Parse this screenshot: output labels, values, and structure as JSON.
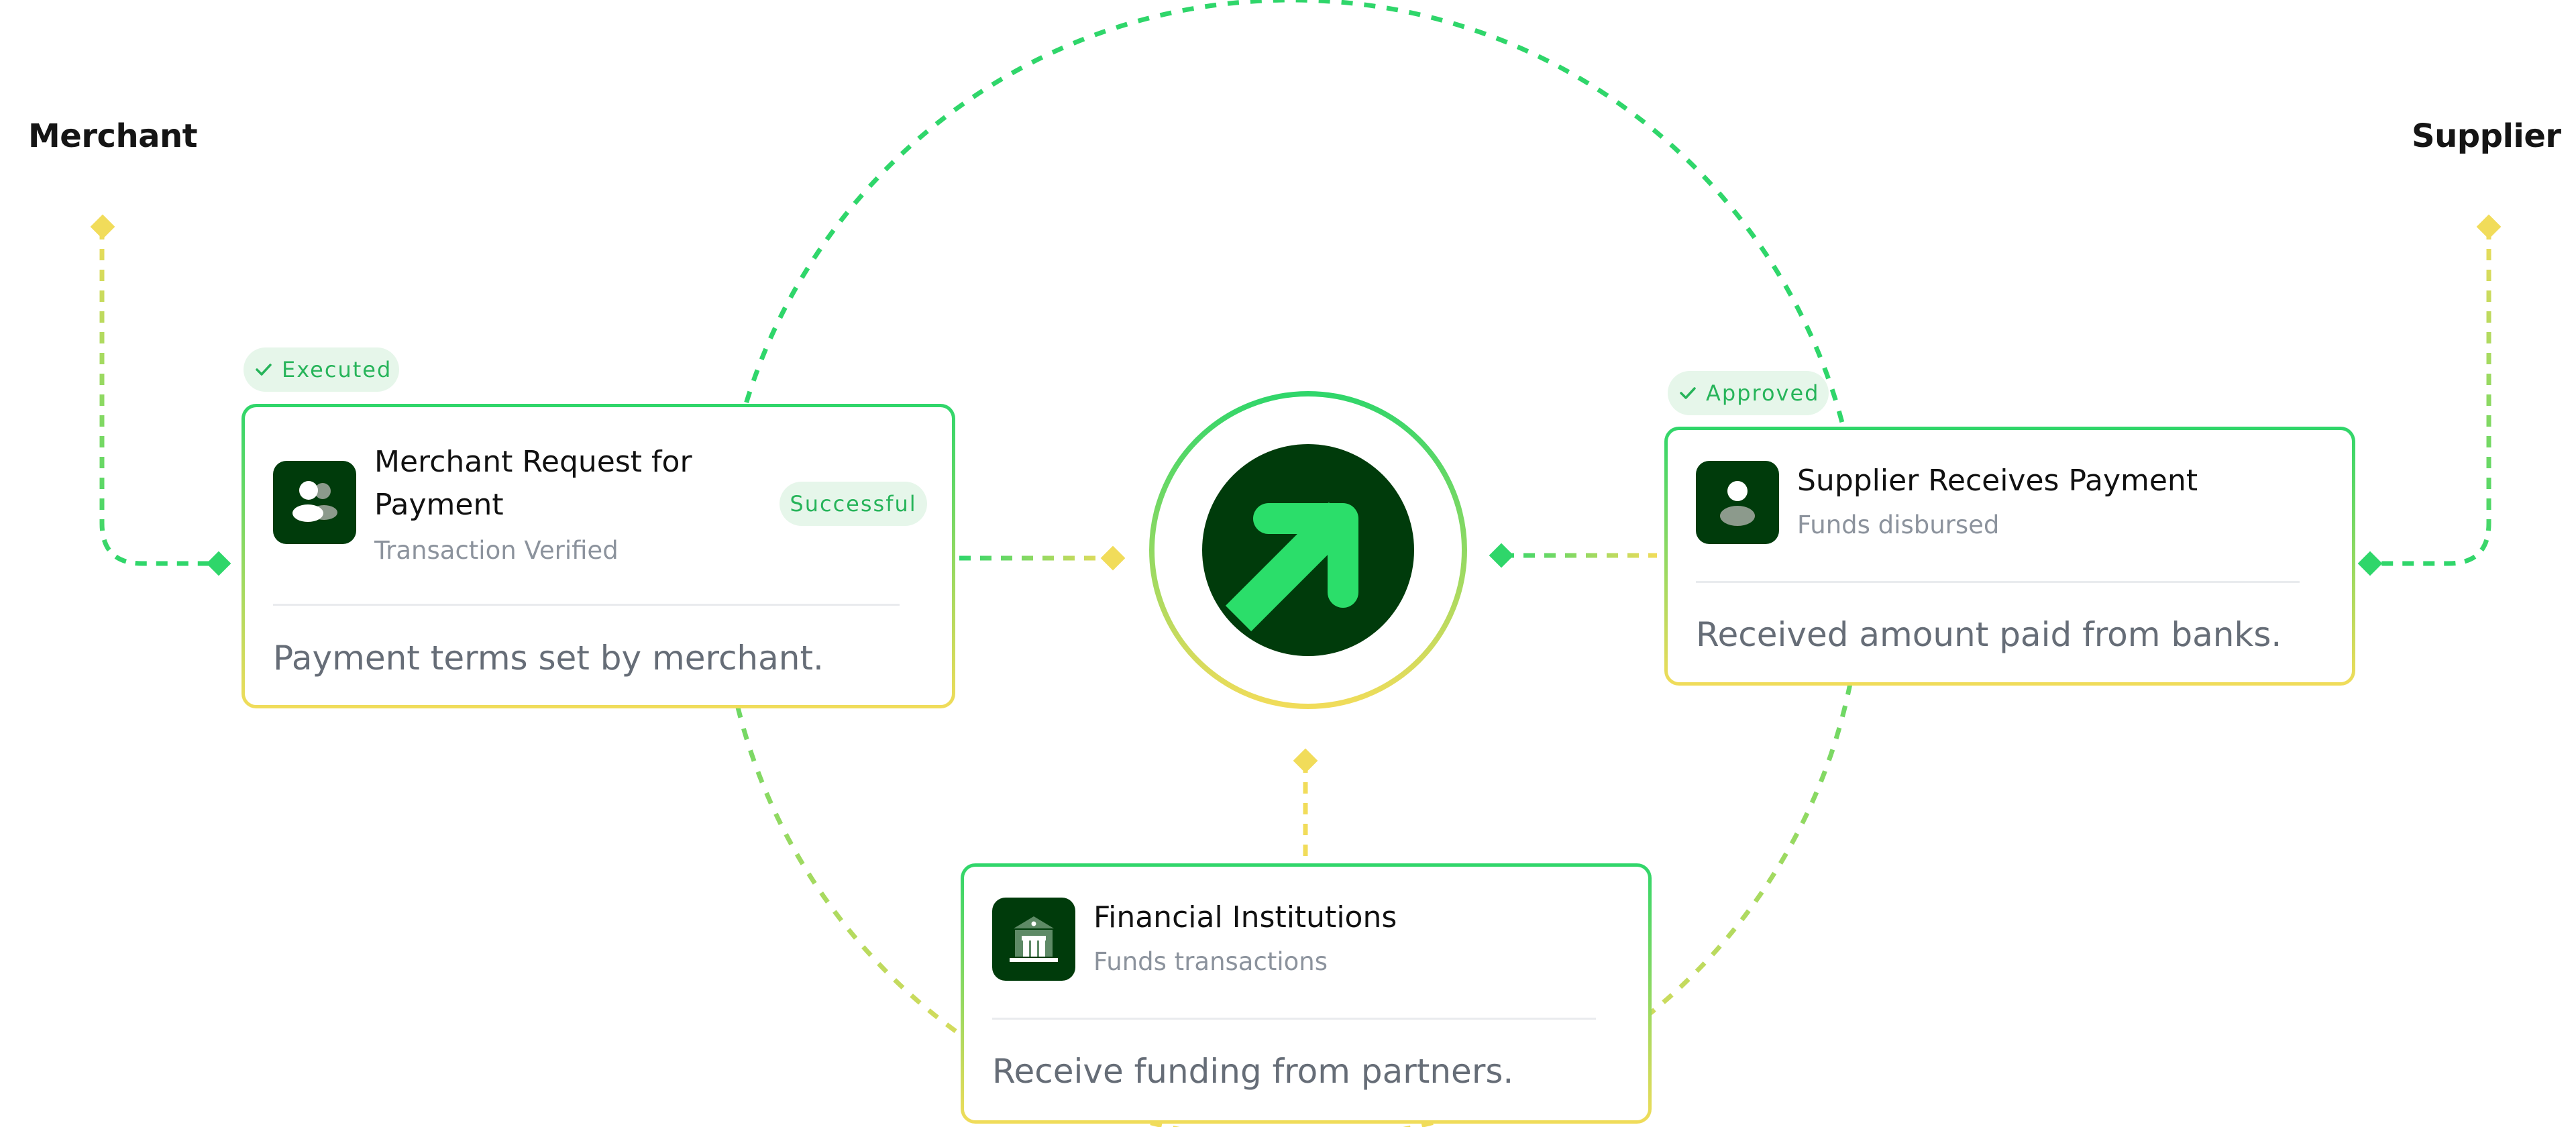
{
  "labels": {
    "merchant": "Merchant",
    "supplier": "Supplier"
  },
  "colors": {
    "green": "#2fd66a",
    "yellow": "#f1dc5a",
    "dark_green": "#003b0b",
    "pill_bg": "#e6f6ea",
    "pill_text": "#27b45a"
  },
  "merchant_card": {
    "title_line1": "Merchant Request for",
    "title_line2": "Payment",
    "subtitle": "Transaction Verified",
    "badge": "Successful",
    "description": "Payment terms set by merchant.",
    "status_pill": "Executed",
    "icon": "users-icon"
  },
  "supplier_card": {
    "title": "Supplier Receives Payment",
    "subtitle": "Funds disbursed",
    "description": "Received amount paid from banks.",
    "status_pill": "Approved",
    "icon": "user-icon"
  },
  "financial_card": {
    "title": "Financial Institutions",
    "subtitle": "Funds transactions",
    "description": "Receive funding from partners.",
    "icon": "bank-icon"
  },
  "hub": {
    "icon": "arrow-up-right-icon"
  }
}
